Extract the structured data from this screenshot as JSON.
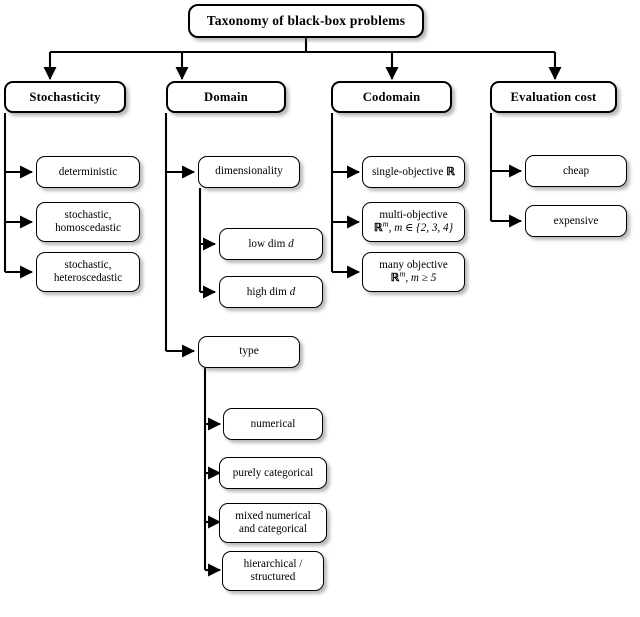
{
  "diagram": {
    "title": "Taxonomy of black-box problems",
    "type": "tree-diagram",
    "root": {
      "label": "Taxonomy of black-box problems"
    },
    "categories": [
      {
        "id": "stochasticity",
        "label": "Stochasticity"
      },
      {
        "id": "domain",
        "label": "Domain"
      },
      {
        "id": "codomain",
        "label": "Codomain"
      },
      {
        "id": "evaluation_cost",
        "label": "Evaluation cost"
      }
    ],
    "stochasticity": {
      "children": [
        {
          "label": "deterministic"
        },
        {
          "line1": "stochastic,",
          "line2": "homoscedastic"
        },
        {
          "line1": "stochastic,",
          "line2": "heteroscedastic"
        }
      ]
    },
    "domain": {
      "groups": [
        {
          "label": "dimensionality",
          "children": [
            {
              "prefix": "low dim",
              "var": "d"
            },
            {
              "prefix": "high dim",
              "var": "d"
            }
          ]
        },
        {
          "label": "type",
          "children": [
            {
              "label": "numerical"
            },
            {
              "label": "purely categorical"
            },
            {
              "line1": "mixed numerical",
              "line2": "and categorical"
            },
            {
              "line1": "hierarchical /",
              "line2": "structured"
            }
          ]
        }
      ]
    },
    "codomain": {
      "children": [
        {
          "label": "single-objective",
          "set": "R"
        },
        {
          "line1": "multi-objective",
          "set": "R",
          "exp": "m",
          "cond": ", m ∈ {2, 3, 4}"
        },
        {
          "line1": "many objective",
          "set": "R",
          "exp": "m",
          "cond": ", m ≥ 5"
        }
      ]
    },
    "evaluation_cost": {
      "children": [
        {
          "label": "cheap"
        },
        {
          "label": "expensive"
        }
      ]
    },
    "caption": "",
    "colors": {
      "line": "#000000",
      "box_fill": "#ffffff",
      "box_border": "#000000",
      "shadow": "#5a5a5a"
    }
  }
}
